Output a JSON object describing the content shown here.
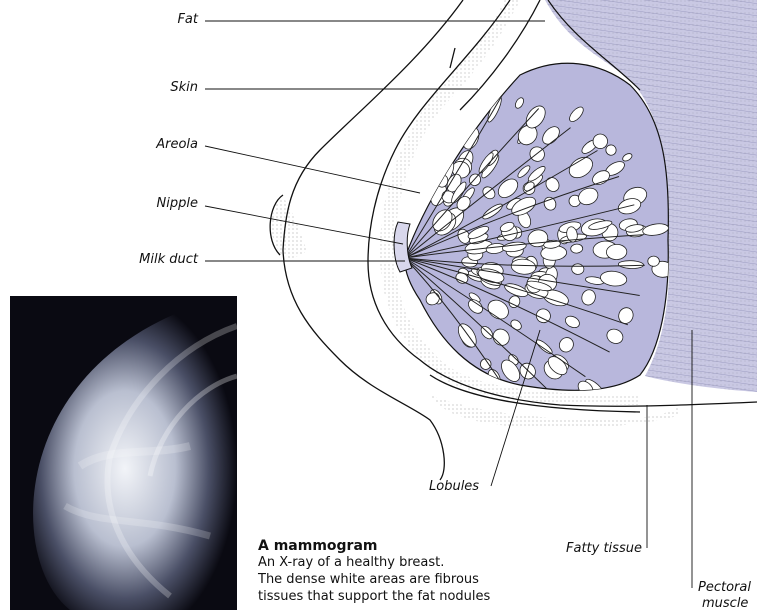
{
  "labels": {
    "fat": "Fat",
    "skin": "Skin",
    "areola": "Areola",
    "nipple": "Nipple",
    "milk_duct": "Milk duct",
    "lobules": "Lobules",
    "fatty_tissue": "Fatty tissue",
    "pectoral_muscle_line1": "Pectoral",
    "pectoral_muscle_line2": "muscle"
  },
  "caption": {
    "title": "A mammogram",
    "line1": "An X-ray of a healthy breast.",
    "line2": "The dense white areas are fibrous",
    "line3": "tissues that support the fat nodules"
  },
  "colors": {
    "gland": "#b8b7dc",
    "lobule": "#ffffff",
    "muscle": "#c9c8e3",
    "xray_bg": "#0a0a12"
  }
}
